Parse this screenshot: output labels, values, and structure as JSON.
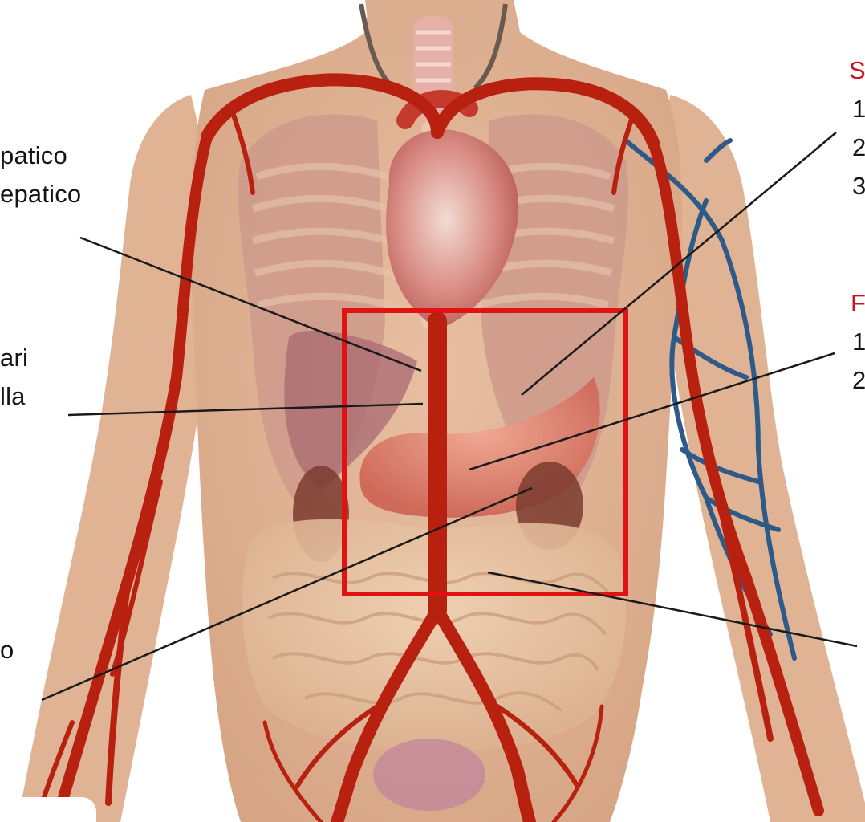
{
  "labels": {
    "left_1": "patico",
    "left_2": "epatico",
    "left_3": "ari",
    "left_4": "lla",
    "left_5": "o",
    "right_1": "S",
    "right_2": "1",
    "right_3": "2",
    "right_4": "3",
    "right_5": "F",
    "right_6": "1",
    "right_7": "2"
  },
  "colors": {
    "skin": "#e1b496",
    "artery": "#b8200f",
    "vein": "#2e5a8a",
    "highlight_box": "#e01212",
    "leader_line": "#1a1a1a",
    "red_label": "#c8141e"
  }
}
